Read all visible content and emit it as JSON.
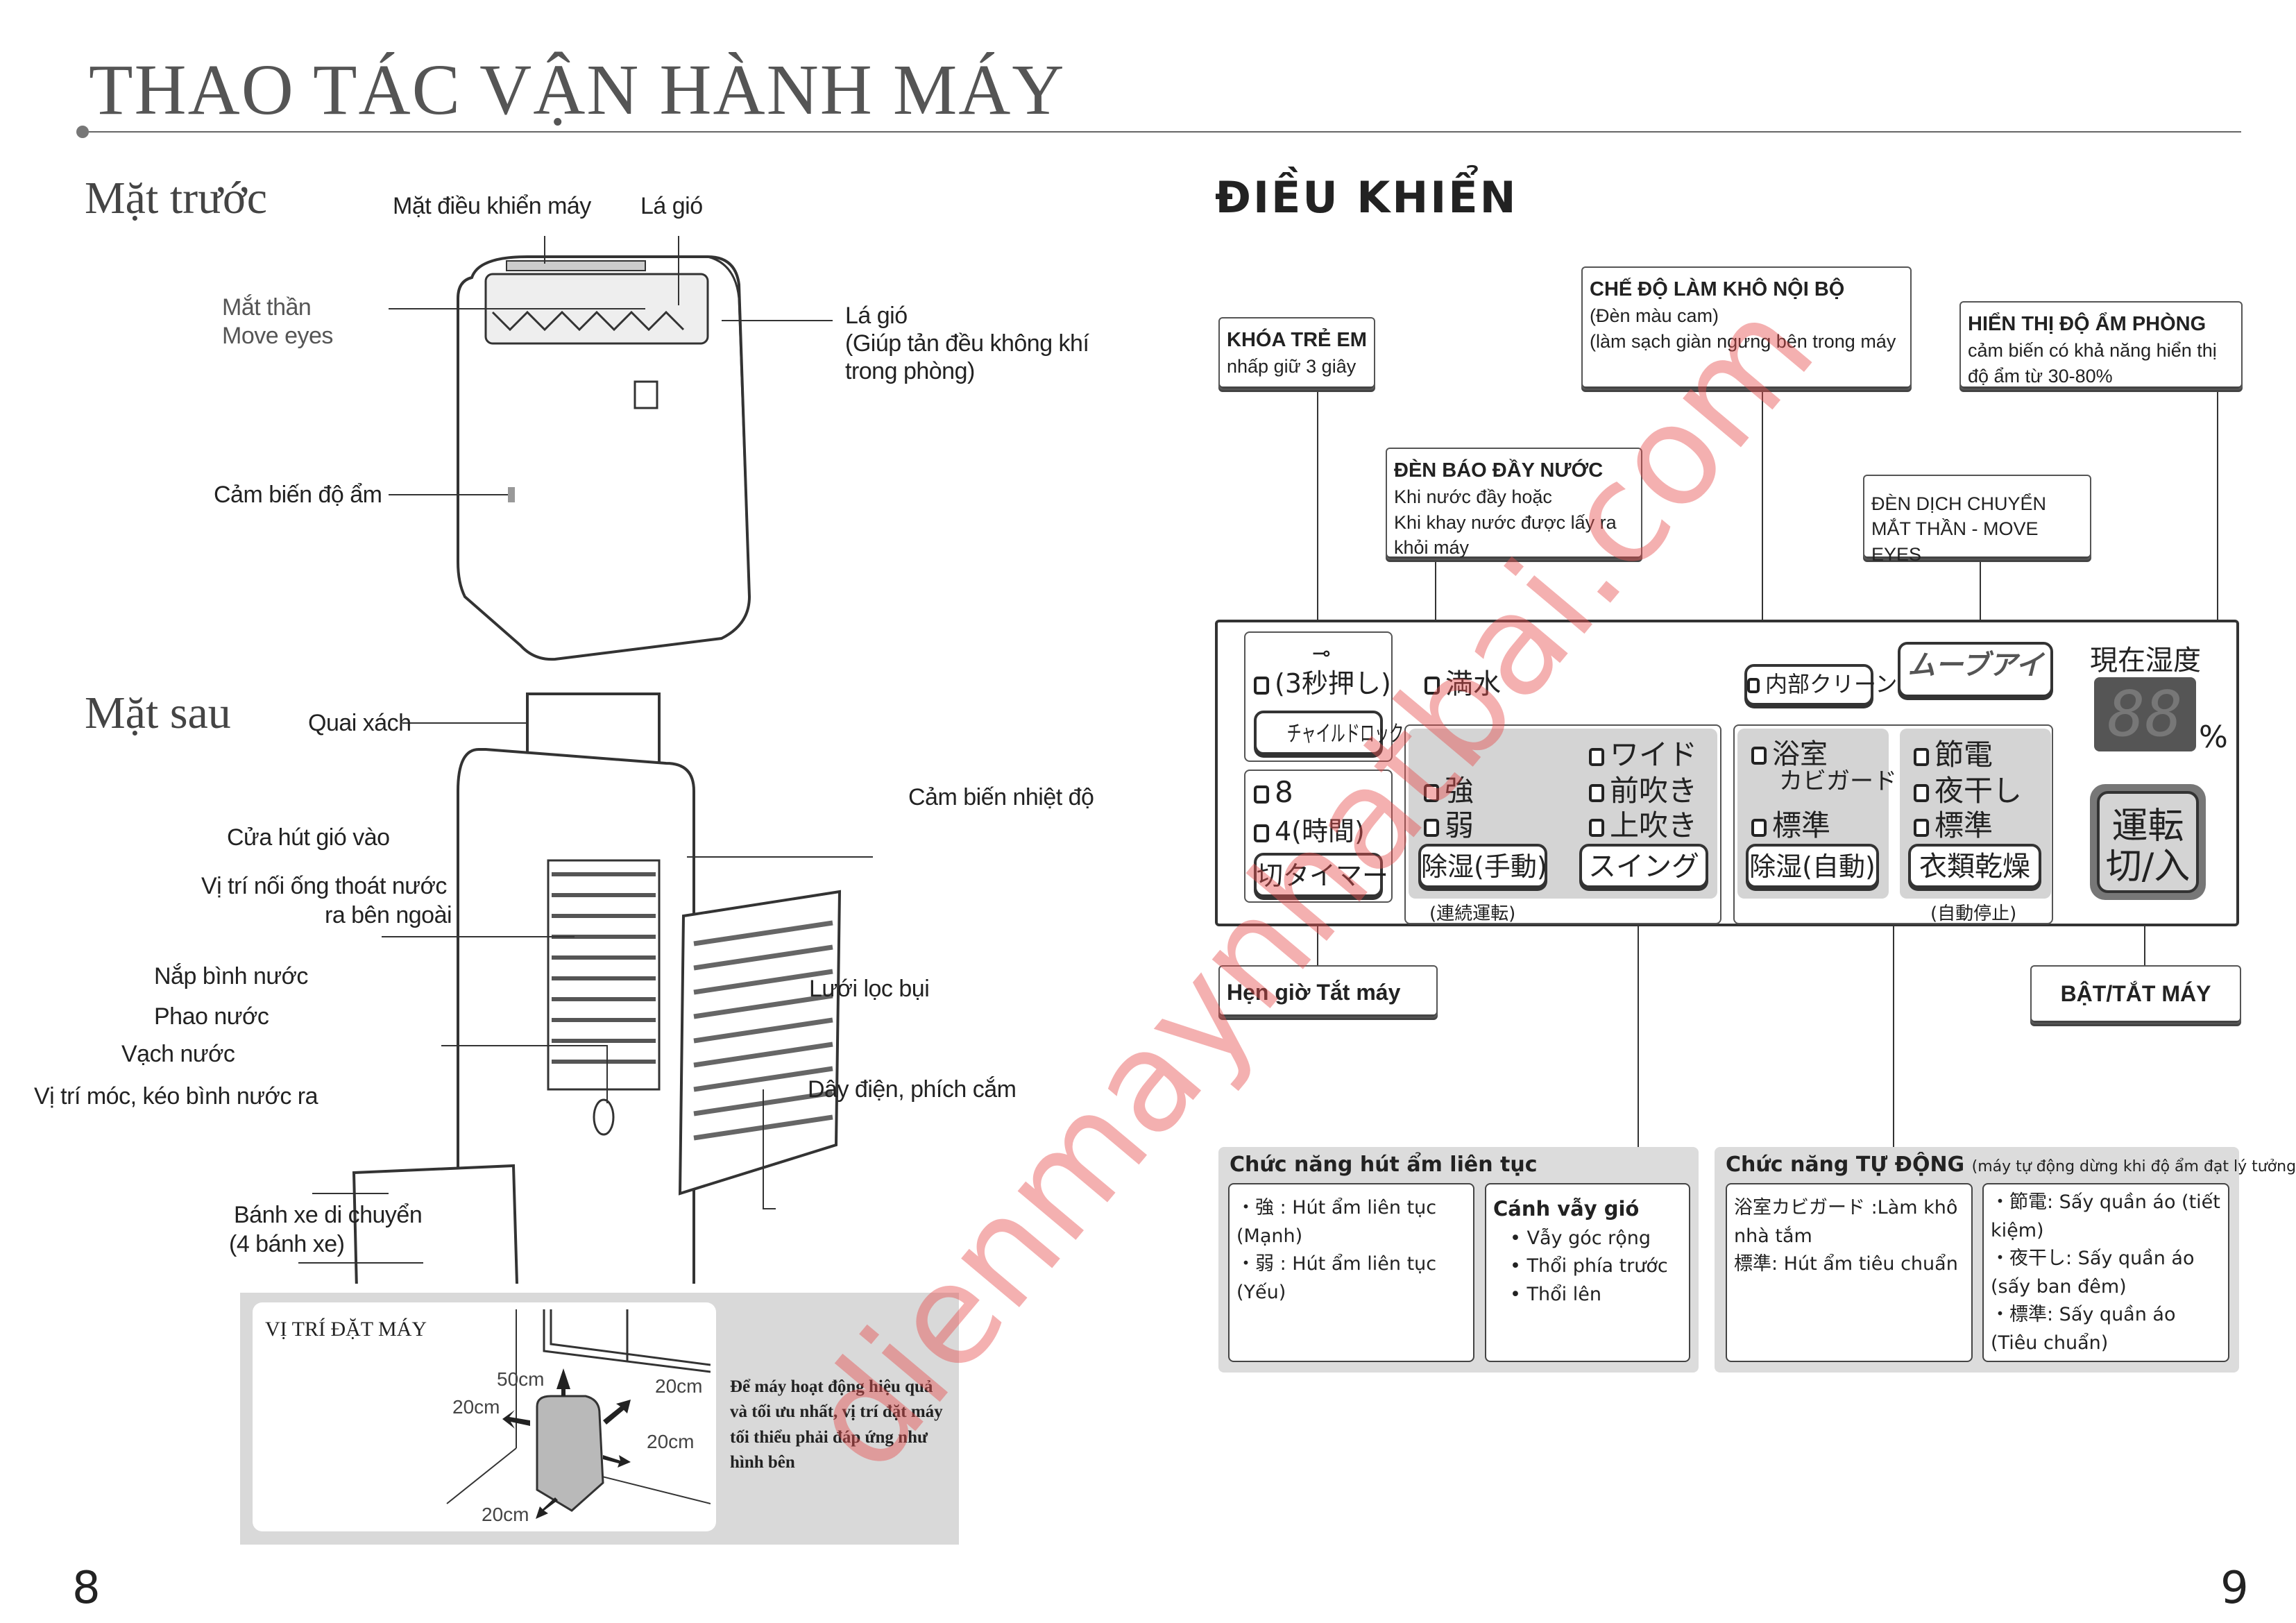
{
  "page_title": "THAO TÁC VẬN HÀNH MÁY",
  "left": {
    "front": {
      "heading": "Mặt trước",
      "labels": {
        "control_panel": "Mặt điều khiển máy",
        "louver_top": "Lá gió",
        "move_eyes_1": "Mắt thần",
        "move_eyes_2": "Move eyes",
        "louver_1": "Lá gió",
        "louver_2": "(Giúp tản đều không khí",
        "louver_3": "trong phòng)",
        "humidity_sensor": "Cảm biến độ ẩm"
      }
    },
    "rear": {
      "heading": "Mặt sau",
      "labels": {
        "handle": "Quai xách",
        "air_inlet": "Cửa hút gió vào",
        "drain_1": "Vị trí nối ống thoát nước",
        "drain_2": "ra bên ngoài",
        "tank_lid": "Nắp bình nước",
        "float": "Phao nước",
        "water_line": "Vạch nước",
        "tank_hook": "Vị trí móc, kéo bình nước ra",
        "temp_sensor": "Cảm biến nhiệt độ",
        "filter": "Lưới lọc bụi",
        "cord": "Dây điện, phích cắm",
        "wheels_1": "Bánh xe di chuyển",
        "wheels_2": "(4 bánh xe)"
      }
    },
    "placement": {
      "title": "VỊ TRÍ ĐẶT MÁY",
      "top": "50cm",
      "left": "20cm",
      "right_back": "20cm",
      "right": "20cm",
      "front": "20cm",
      "note": "Để máy hoạt động hiệu quả và tối ưu nhất, vị trí đặt máy tối thiểu phải đáp ứng như hình bên"
    },
    "page_number": "8"
  },
  "right": {
    "heading": "ĐIỀU KHIỂN",
    "callouts": {
      "child_lock": {
        "title": "KHÓA TRẺ EM",
        "text": "nhấp giữ 3 giây"
      },
      "internal_dry": {
        "title": "CHẾ ĐỘ LÀM KHÔ NỘI BỘ",
        "text1": "(Đèn màu cam)",
        "text2": "(làm sạch giàn ngưng bên trong máy"
      },
      "humidity_display": {
        "title": "HIỂN THỊ ĐỘ ẨM PHÒNG",
        "text": "cảm biến có khả năng hiển thị độ ẩm từ 30-80%"
      },
      "water_full": {
        "title": "ĐÈN BÁO ĐẦY NƯỚC",
        "text1": "Khi nước đầy hoặc",
        "text2": "Khi khay nước được lấy ra khỏi máy"
      },
      "move_eyes": {
        "text": "ĐÈN DỊCH CHUYỂN MẮT THẦN - MOVE EYES"
      },
      "timer": {
        "title": "Hẹn giờ Tắt máy"
      },
      "power": {
        "title": "BẬT/TẮT MÁY"
      }
    },
    "panel": {
      "lock_hint": "(3秒押し)",
      "lock_btn": "チャイルドロック",
      "water_full": "満水",
      "clean_btn": "内部クリーン",
      "move_eye_btn": "ムーブアイ",
      "humidity_label": "現在湿度",
      "humidity_digits": "88",
      "percent": "%",
      "timer_8": "8",
      "timer_4": "4(時間)",
      "timer_btn": "切タイマー",
      "strong": "強",
      "weak": "弱",
      "wide": "ワイド",
      "front": "前吹き",
      "up": "上吹き",
      "manual_btn": "除湿(手動)",
      "swing_btn": "スイング",
      "manual_note": "(連続運転)",
      "bath": "浴室",
      "bath2": "カビガード",
      "std": "標準",
      "eco": "節電",
      "night": "夜干し",
      "std2": "標準",
      "auto_btn": "除湿(自動)",
      "laundry_btn": "衣類乾燥",
      "auto_note": "(自動停止)",
      "power_btn_1": "運転",
      "power_btn_2": "切/入"
    },
    "functions": {
      "continuous": {
        "title": "Chức năng hút ẩm liên tục",
        "col1": [
          "・強 : Hút ẩm liên tục (Mạnh)",
          "・弱 : Hút ẩm liên tục (Yếu)"
        ],
        "col2_title": "Cánh vẫy gió",
        "col2": [
          "Vẫy góc rộng",
          "Thổi phía trước",
          "Thổi lên"
        ]
      },
      "auto": {
        "title": "Chức năng TỰ ĐỘNG",
        "subtitle": "(máy tự động dừng khi độ ẩm đạt lý tưởng)",
        "col1": [
          "浴室カビガード :Làm khô nhà tắm",
          "標準: Hút ẩm tiêu chuẩn"
        ],
        "col2": [
          "・節電:  Sấy quần áo (tiết kiệm)",
          "・夜干し: Sấy quần áo (sấy ban đêm)",
          "・標準: Sấy quần áo (Tiêu chuẩn)"
        ]
      }
    },
    "page_number": "9"
  },
  "watermark": "dienmaynhatbai.com"
}
